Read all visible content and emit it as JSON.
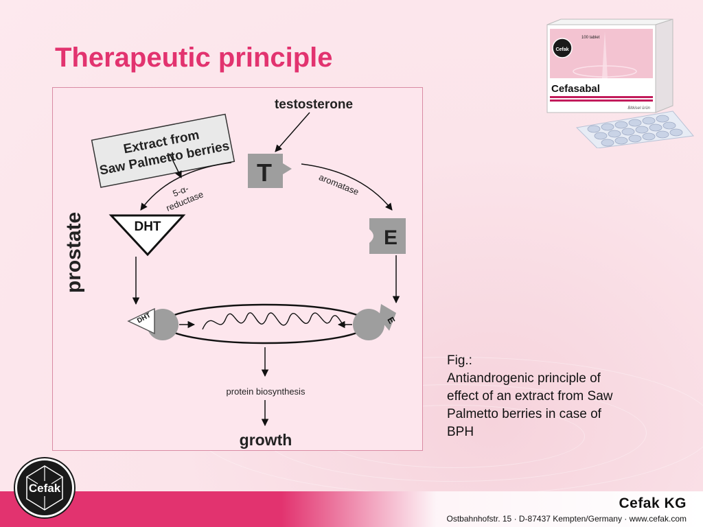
{
  "slide": {
    "title": "Therapeutic principle",
    "caption_lines": [
      "Fig.:",
      "Antiandrogenic principle of",
      "effect of an extract from Saw",
      "Palmetto berries in case of",
      "BPH"
    ]
  },
  "diagram": {
    "extract_box_line1": "Extract from",
    "extract_box_line2": "Saw Palmetto berries",
    "testosterone_label": "testosterone",
    "t_symbol": "T",
    "enzyme_reductase_line1": "5-α-",
    "enzyme_reductase_line2": "reductase",
    "enzyme_aromatase": "aromatase",
    "dht_label": "DHT",
    "dht_small_label": "DHT",
    "e_symbol": "E",
    "e_small_label": "E",
    "organ_label": "prostate",
    "process_label": "protein biosynthesis",
    "outcome_label": "growth"
  },
  "product": {
    "brand": "Cefasabal",
    "count": "100 tablet",
    "subtitle": "Bitkisel ürün",
    "logo_text": "Cefak"
  },
  "footer": {
    "logo_text": "Cefak",
    "company": "Cefak KG",
    "address": "Ostbahnhofstr. 15 · D-87437 Kempten/Germany · www.cefak.com"
  },
  "colors": {
    "accent": "#e2336f",
    "background": "#fbe4ea",
    "diagram_gray": "#9e9e9e"
  }
}
